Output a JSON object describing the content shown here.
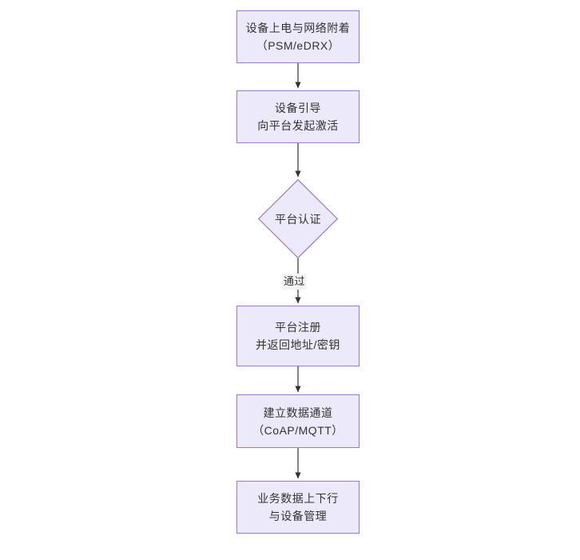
{
  "diagram": {
    "type": "flowchart",
    "orientation": "top-to-bottom",
    "theme": {
      "node_fill": "#ECEAFA",
      "node_border": "#9C78C8",
      "text_color": "#333333",
      "edge_color": "#333333",
      "background": "#FFFFFF",
      "edge_label_background": "#F4F4F4"
    },
    "nodes": [
      {
        "id": "n1",
        "shape": "rectangle",
        "line1": "设备上电与网络附着",
        "line2": "（PSM/eDRX）"
      },
      {
        "id": "n2",
        "shape": "rectangle",
        "line1": "设备引导",
        "line2": "向平台发起激活"
      },
      {
        "id": "n3",
        "shape": "diamond",
        "line1": "平台认证"
      },
      {
        "id": "n4",
        "shape": "rectangle",
        "line1": "平台注册",
        "line2": "并返回地址/密钥"
      },
      {
        "id": "n5",
        "shape": "rectangle",
        "line1": "建立数据通道",
        "line2": "（CoAP/MQTT）"
      },
      {
        "id": "n6",
        "shape": "rectangle",
        "line1": "业务数据上下行",
        "line2": "与设备管理"
      }
    ],
    "edges": [
      {
        "id": "e1",
        "from": "n1",
        "to": "n2",
        "label": ""
      },
      {
        "id": "e2",
        "from": "n2",
        "to": "n3",
        "label": ""
      },
      {
        "id": "e3",
        "from": "n3",
        "to": "n4",
        "label": "通过"
      },
      {
        "id": "e4",
        "from": "n4",
        "to": "n5",
        "label": ""
      },
      {
        "id": "e5",
        "from": "n5",
        "to": "n6",
        "label": ""
      }
    ]
  }
}
